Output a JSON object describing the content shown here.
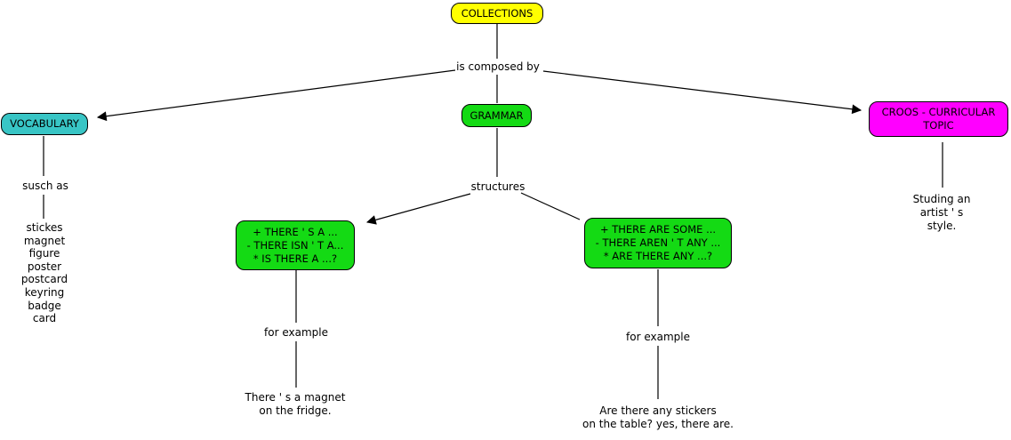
{
  "colors": {
    "collections_bg": "#FFFF00",
    "vocabulary_bg": "#38C5C5",
    "grammar_bg": "#14DA14",
    "cross_topic_bg": "#FF00FF",
    "structures_bg": "#14DA14"
  },
  "nodes": {
    "collections": {
      "label": "COLLECTIONS"
    },
    "vocabulary": {
      "label": "VOCABULARY"
    },
    "grammar": {
      "label": "GRAMMAR"
    },
    "cross_topic": {
      "line1": "CROOS - CURRICULAR",
      "line2": "TOPIC"
    },
    "there_is": {
      "line1": "+ THERE ' S A ...",
      "line2": "- THERE ISN ' T A...",
      "line3": "* IS THERE A ...?"
    },
    "there_are": {
      "line1": "+ THERE ARE SOME ...",
      "line2": "- THERE AREN ' T ANY ...",
      "line3": "* ARE THERE ANY ...?"
    }
  },
  "linking_phrases": {
    "is_composed_by": "is composed by",
    "such_as": "susch as",
    "structures": "structures",
    "for_example_left": "for example",
    "for_example_right": "for example"
  },
  "vocabulary_list": [
    "stickes",
    "magnet",
    "figure",
    "poster",
    "postcard",
    "keyring",
    "badge",
    "card"
  ],
  "examples": {
    "there_is_example": "There ' s a magnet\non the fridge.",
    "there_are_example": "Are there any stickers\non the table? yes, there are.",
    "topic_example": "Studing an\nartist ' s style."
  }
}
